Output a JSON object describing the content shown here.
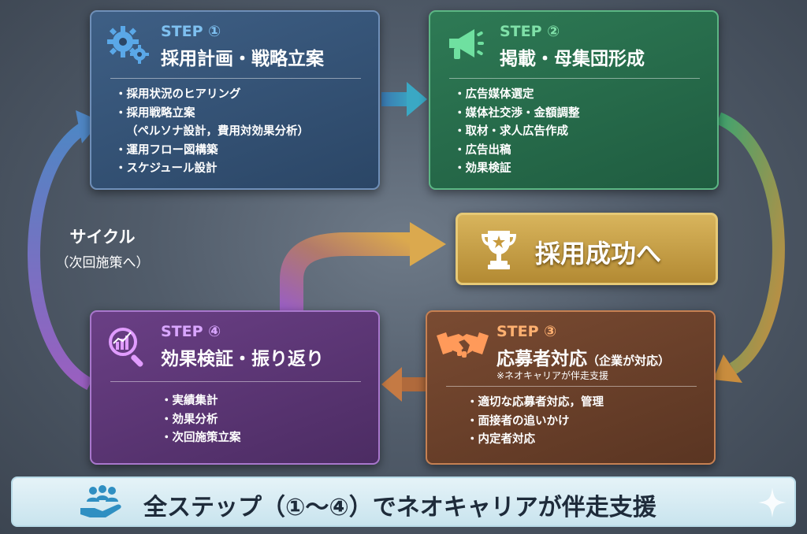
{
  "colors": {
    "step1": "#3e5f85",
    "step1_accent": "#7ec0f0",
    "step2": "#2e7a55",
    "step2_accent": "#7fe0a8",
    "step3": "#7a4b32",
    "step3_accent": "#ffb070",
    "step4": "#6a3f85",
    "step4_accent": "#d9a6ff",
    "success": "#d0a94e",
    "banner": "#d8edf4"
  },
  "steps": [
    {
      "label": "STEP ①",
      "title": "採用計画・戦略立案",
      "icon": "gears-icon",
      "items": [
        "採用状況のヒアリング",
        "採用戦略立案",
        "（ペルソナ設計，費用対効果分析）",
        "運用フロー図構築",
        "スケジュール設計"
      ]
    },
    {
      "label": "STEP ②",
      "title": "掲載・母集団形成",
      "icon": "megaphone-icon",
      "items": [
        "広告媒体選定",
        "媒体社交渉・金額調整",
        "取材・求人広告作成",
        "広告出稿",
        "効果検証"
      ]
    },
    {
      "label": "STEP ③",
      "title": "応募者対応",
      "title_suffix": "（企業が対応）",
      "note": "※ネオキャリアが伴走支援",
      "icon": "handshake-icon",
      "items": [
        "適切な応募者対応，管理",
        "面接者の追いかけ",
        "内定者対応"
      ]
    },
    {
      "label": "STEP ④",
      "title": "効果検証・振り返り",
      "icon": "magnifier-chart-icon",
      "items": [
        "実績集計",
        "効果分析",
        "次回施策立案"
      ]
    }
  ],
  "success": {
    "label": "採用成功へ",
    "icon": "trophy-icon"
  },
  "cycle": {
    "label": "サイクル",
    "sub": "（次回施策へ）"
  },
  "banner": {
    "text": "全ステップ（①〜④）でネオキャリアが伴走支援",
    "icon": "team-hand-icon",
    "deco_icon": "sparkle-icon"
  }
}
